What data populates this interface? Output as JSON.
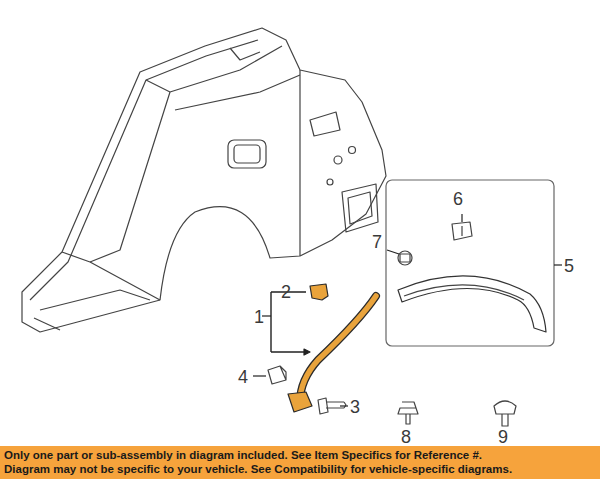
{
  "diagram": {
    "nodes": [
      {
        "text": [
          "Only one part or sub-assembly in diagram included. See Item Specifics for Reference #.",
          "Diagram may not be specific to your vehicle. See Compatibility for vehicle-specific diagrams."
        ]
      }
    ],
    "labels": [
      "1",
      "2",
      "3",
      "4",
      "5",
      "6",
      "7",
      "8",
      "9"
    ]
  }
}
